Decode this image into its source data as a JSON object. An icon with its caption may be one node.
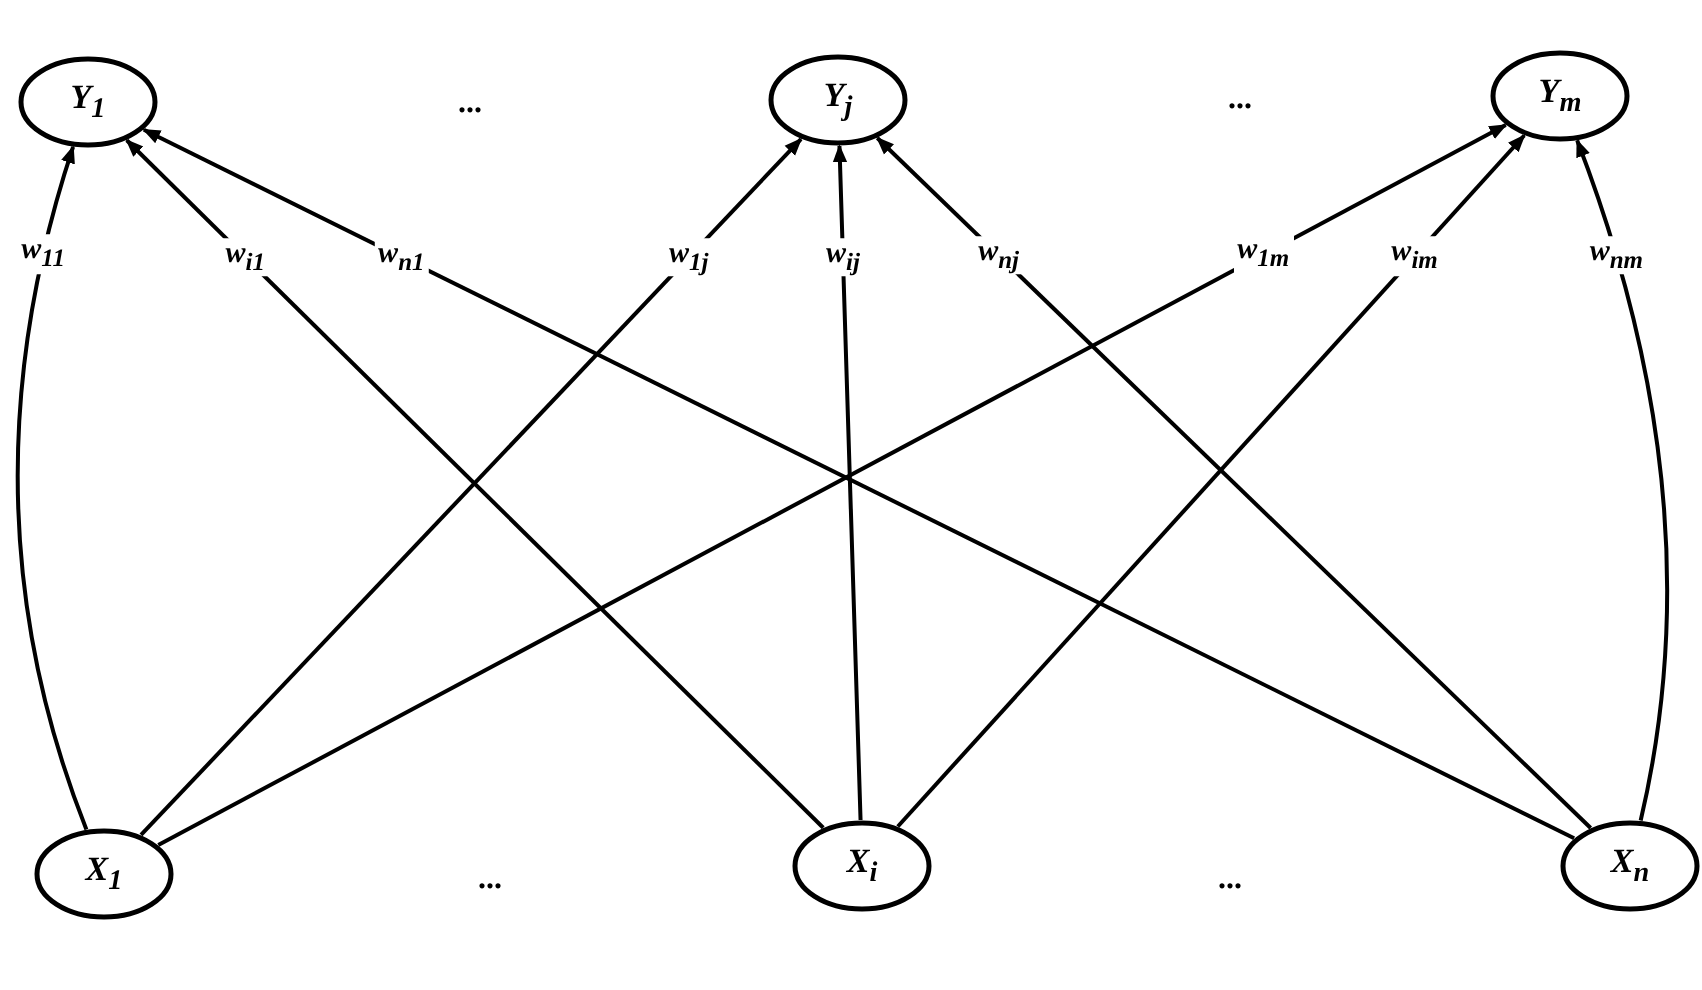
{
  "diagram": {
    "nodes": [
      {
        "text": [
          "Y$_{1}$"
        ]
      },
      {
        "text": [
          "Y$_{j}$"
        ]
      },
      {
        "text": [
          "Y$_{m}$"
        ]
      },
      {
        "text": [
          "X$_{1}$"
        ]
      },
      {
        "text": [
          "X$_{i}$"
        ]
      },
      {
        "text": [
          "X$_{n}$"
        ]
      }
    ],
    "edges": [
      {
        "from": 3,
        "to": 0,
        "arrow": "to",
        "label": "w$_{11}$"
      },
      {
        "from": 4,
        "to": 0,
        "arrow": "to",
        "label": "w$_{i1}$"
      },
      {
        "from": 5,
        "to": 0,
        "arrow": "to",
        "label": "w$_{n1}$"
      },
      {
        "from": 3,
        "to": 1,
        "arrow": "to",
        "label": "w$_{1j}$"
      },
      {
        "from": 4,
        "to": 1,
        "arrow": "to",
        "label": "w$_{ij}$"
      },
      {
        "from": 5,
        "to": 1,
        "arrow": "to",
        "label": "w$_{nj}$"
      },
      {
        "from": 3,
        "to": 2,
        "arrow": "to",
        "label": "w$_{1m}$"
      },
      {
        "from": 4,
        "to": 2,
        "arrow": "to",
        "label": "w$_{im}$"
      },
      {
        "from": 5,
        "to": 2,
        "arrow": "to",
        "label": "w$_{nm}$"
      }
    ],
    "labels": [
      "...",
      "...",
      "...",
      "..."
    ]
  }
}
